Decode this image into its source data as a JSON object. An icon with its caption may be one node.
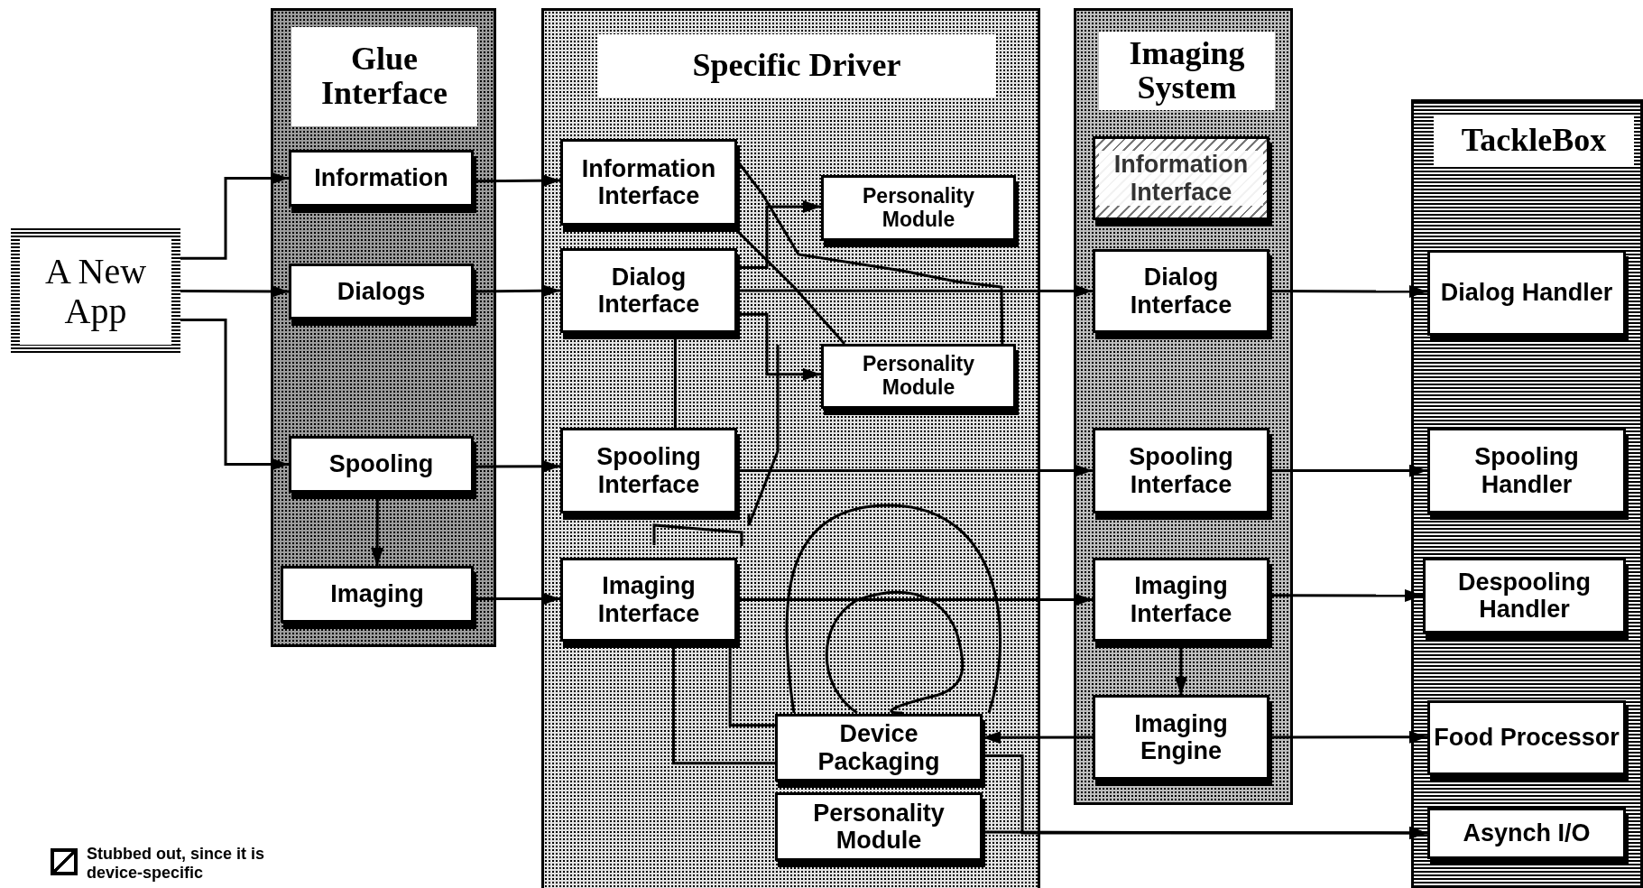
{
  "diagram": {
    "nodes": [
      {
        "text": [
          "A New App"
        ]
      },
      {
        "text": [
          "Glue Interface"
        ]
      },
      {
        "text": [
          "Information"
        ],
        "in": 1
      },
      {
        "text": [
          "Dialogs"
        ],
        "in": 1
      },
      {
        "text": [
          "Spooling"
        ],
        "in": 1
      },
      {
        "text": [
          "Imaging"
        ],
        "in": 1
      },
      {
        "text": [
          "Specific Driver"
        ]
      },
      {
        "text": [
          "Information Interface"
        ],
        "in": 6
      },
      {
        "text": [
          "Personality Module"
        ],
        "in": 6
      },
      {
        "text": [
          "Dialog Interface"
        ],
        "in": 6
      },
      {
        "text": [
          "Personality Module"
        ],
        "in": 6
      },
      {
        "text": [
          "Spooling Interface"
        ],
        "in": 6
      },
      {
        "text": [
          "Imaging Interface"
        ],
        "in": 6
      },
      {
        "text": [
          "Device Packaging"
        ],
        "in": 6
      },
      {
        "text": [
          "Personality Module"
        ],
        "in": 6
      },
      {
        "text": [
          "Imaging System"
        ]
      },
      {
        "text": [
          "Information Interface"
        ],
        "in": 15
      },
      {
        "text": [
          "Dialog Interface"
        ],
        "in": 15
      },
      {
        "text": [
          "Spooling Interface"
        ],
        "in": 15
      },
      {
        "text": [
          "Imaging Interface"
        ],
        "in": 15
      },
      {
        "text": [
          "Imaging Engine"
        ],
        "in": 15
      },
      {
        "text": [
          "TackleBox"
        ]
      },
      {
        "text": [
          "Dialog Handler"
        ],
        "in": 21
      },
      {
        "text": [
          "Spooling Handler"
        ],
        "in": 21
      },
      {
        "text": [
          "Despooling Handler"
        ],
        "in": 21
      },
      {
        "text": [
          "Food Processor"
        ],
        "in": 21
      },
      {
        "text": [
          "Asynch I/O"
        ],
        "in": 21
      }
    ],
    "edges": [
      {
        "from": 0,
        "to": 2,
        "arrow": "to"
      },
      {
        "from": 0,
        "to": 3,
        "arrow": "to"
      },
      {
        "from": 0,
        "to": 4,
        "arrow": "to"
      },
      {
        "from": 2,
        "to": 7,
        "arrow": "to"
      },
      {
        "from": 3,
        "to": 9,
        "arrow": "to"
      },
      {
        "from": 4,
        "to": 11,
        "arrow": "to"
      },
      {
        "from": 5,
        "to": 12,
        "arrow": "to"
      },
      {
        "from": 4,
        "to": 5,
        "arrow": "to"
      },
      {
        "from": 9,
        "to": 8,
        "arrow": "to"
      },
      {
        "from": 9,
        "to": 10,
        "arrow": "to"
      },
      {
        "from": 9,
        "to": 17,
        "arrow": "to"
      },
      {
        "from": 11,
        "to": 18,
        "arrow": "to"
      },
      {
        "from": 12,
        "to": 19,
        "arrow": "to"
      },
      {
        "from": 17,
        "to": 22,
        "arrow": "to"
      },
      {
        "from": 18,
        "to": 23,
        "arrow": "to"
      },
      {
        "from": 19,
        "to": 24,
        "arrow": "to"
      },
      {
        "from": 19,
        "to": 20,
        "arrow": "to"
      },
      {
        "from": 20,
        "to": 13,
        "arrow": "to"
      },
      {
        "from": 20,
        "to": 25,
        "arrow": "to"
      },
      {
        "from": 13,
        "to": 26,
        "arrow": "to"
      },
      {
        "from": 14,
        "to": 26,
        "arrow": "to"
      },
      {
        "from": 9,
        "to": 11,
        "arrow": "none"
      },
      {
        "from": 7,
        "to": 10,
        "arrow": "none"
      },
      {
        "from": 7,
        "to": 10,
        "arrow": "none"
      },
      {
        "from": 12,
        "to": 13,
        "arrow": "none"
      },
      {
        "from": 12,
        "to": 13,
        "arrow": "none"
      }
    ],
    "legend": [
      {
        "text": "Stubbed out, since it is device-specific"
      }
    ]
  }
}
